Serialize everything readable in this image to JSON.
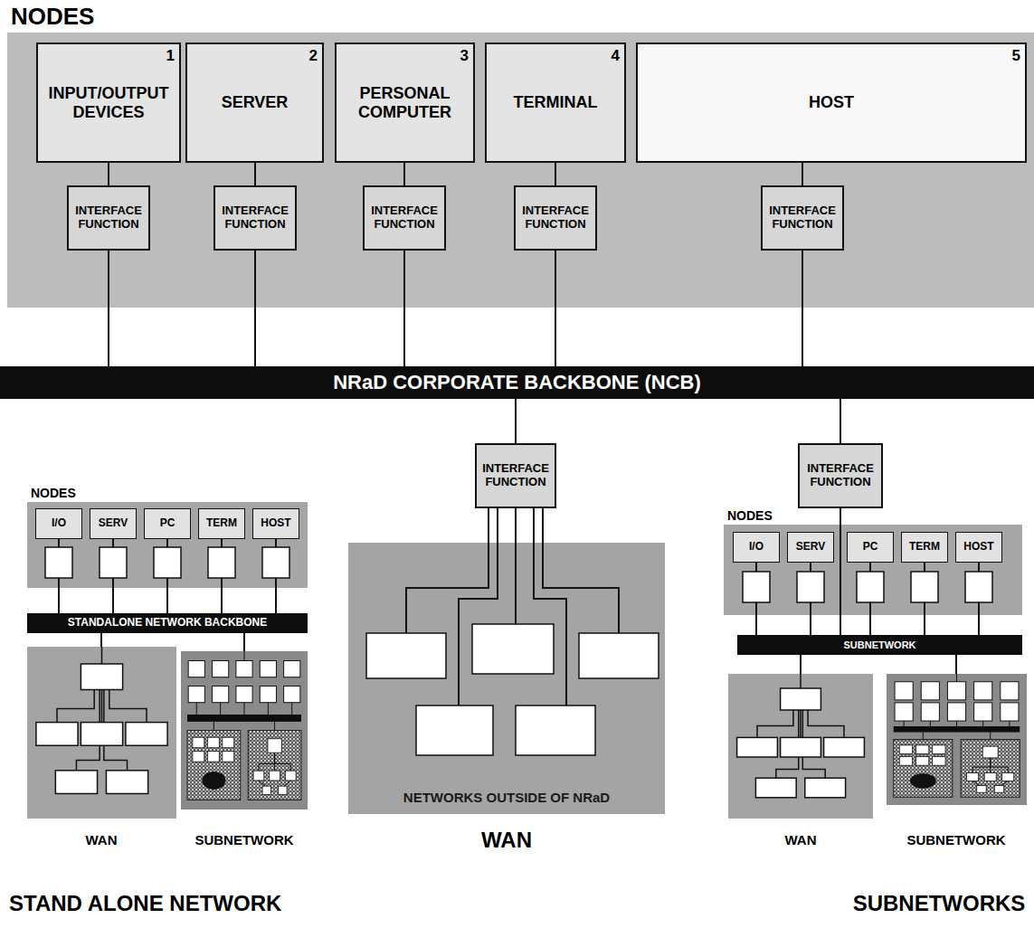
{
  "diagram": {
    "nodes": [
      {
        "text": [
          "NODES"
        ]
      },
      {
        "text": [
          "INPUT/OUTPUT DEVICES",
          "1"
        ],
        "in": 0
      },
      {
        "text": [
          "SERVER",
          "2"
        ],
        "in": 0
      },
      {
        "text": [
          "PERSONAL COMPUTER",
          "3"
        ],
        "in": 0
      },
      {
        "text": [
          "TERMINAL",
          "4"
        ],
        "in": 0
      },
      {
        "text": [
          "HOST",
          "5"
        ],
        "in": 0
      },
      {
        "text": [
          "INTERFACE FUNCTION"
        ],
        "in": 0
      },
      {
        "text": [
          "INTERFACE FUNCTION"
        ],
        "in": 0
      },
      {
        "text": [
          "INTERFACE FUNCTION"
        ],
        "in": 0
      },
      {
        "text": [
          "INTERFACE FUNCTION"
        ],
        "in": 0
      },
      {
        "text": [
          "INTERFACE FUNCTION"
        ],
        "in": 0
      },
      {
        "text": [
          "NRaD CORPORATE BACKBONE (NCB)"
        ]
      },
      {
        "text": [
          "INTERFACE FUNCTION"
        ]
      },
      {
        "text": [
          "INTERFACE FUNCTION"
        ]
      },
      {
        "text": [
          "NODES"
        ]
      },
      {
        "text": [
          "I/O"
        ],
        "in": 14
      },
      {
        "text": [
          "SERV"
        ],
        "in": 14
      },
      {
        "text": [
          "PC"
        ],
        "in": 14
      },
      {
        "text": [
          "TERM"
        ],
        "in": 14
      },
      {
        "text": [
          "HOST"
        ],
        "in": 14
      },
      {
        "text": [
          "STANDALONE NETWORK BACKBONE"
        ]
      },
      {
        "text": [
          "NETWORKS OUTSIDE OF NRaD"
        ]
      },
      {
        "text": [
          "NODES"
        ]
      },
      {
        "text": [
          "I/O"
        ],
        "in": 22
      },
      {
        "text": [
          "SERV"
        ],
        "in": 22
      },
      {
        "text": [
          "PC"
        ],
        "in": 22
      },
      {
        "text": [
          "TERM"
        ],
        "in": 22
      },
      {
        "text": [
          "HOST"
        ],
        "in": 22
      },
      {
        "text": [
          "SUBNETWORK"
        ]
      }
    ],
    "edges": [
      {
        "from": 1,
        "to": 6,
        "arrow": "none"
      },
      {
        "from": 2,
        "to": 7,
        "arrow": "none"
      },
      {
        "from": 3,
        "to": 8,
        "arrow": "none"
      },
      {
        "from": 4,
        "to": 9,
        "arrow": "none"
      },
      {
        "from": 5,
        "to": 10,
        "arrow": "none"
      },
      {
        "from": 6,
        "to": 11,
        "arrow": "none"
      },
      {
        "from": 7,
        "to": 11,
        "arrow": "none"
      },
      {
        "from": 8,
        "to": 11,
        "arrow": "none"
      },
      {
        "from": 9,
        "to": 11,
        "arrow": "none"
      },
      {
        "from": 10,
        "to": 11,
        "arrow": "none"
      },
      {
        "from": 11,
        "to": 12,
        "arrow": "none"
      },
      {
        "from": 12,
        "to": 21,
        "arrow": "none"
      },
      {
        "from": 11,
        "to": 13,
        "arrow": "none"
      },
      {
        "from": 13,
        "to": 28,
        "arrow": "none"
      },
      {
        "from": 15,
        "to": 20,
        "arrow": "none"
      },
      {
        "from": 16,
        "to": 20,
        "arrow": "none"
      },
      {
        "from": 17,
        "to": 20,
        "arrow": "none"
      },
      {
        "from": 18,
        "to": 20,
        "arrow": "none"
      },
      {
        "from": 19,
        "to": 20,
        "arrow": "none"
      },
      {
        "from": 23,
        "to": 28,
        "arrow": "none"
      },
      {
        "from": 24,
        "to": 28,
        "arrow": "none"
      },
      {
        "from": 25,
        "to": 28,
        "arrow": "none"
      },
      {
        "from": 26,
        "to": 28,
        "arrow": "none"
      },
      {
        "from": 27,
        "to": 28,
        "arrow": "none"
      }
    ],
    "labels": [
      "WAN",
      "SUBNETWORK",
      "WAN",
      "WAN",
      "SUBNETWORK",
      "STAND ALONE NETWORK",
      "SUBNETWORKS"
    ]
  }
}
